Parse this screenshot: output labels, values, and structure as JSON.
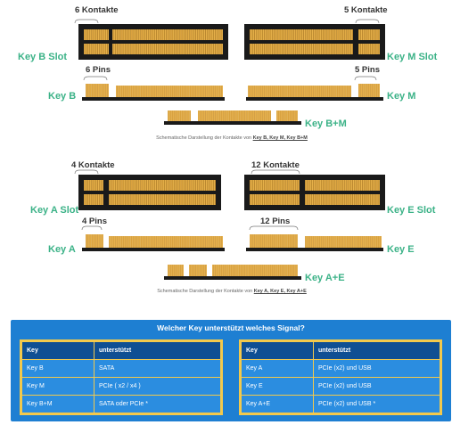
{
  "top": {
    "keyB": {
      "count": "6 Kontakte",
      "slot_label": "Key B Slot",
      "pins": "6 Pins",
      "key_label": "Key B"
    },
    "keyM": {
      "count": "5 Kontakte",
      "slot_label": "Key M Slot",
      "pins": "5 Pins",
      "key_label": "Key M"
    },
    "combo_label": "Key B+M",
    "caption_pre": "Schematische Darstellung der Kontakte von ",
    "caption_keys": "Key B, Key M, Key B+M"
  },
  "bottom": {
    "keyA": {
      "count": "4 Kontakte",
      "slot_label": "Key A Slot",
      "pins": "4 Pins",
      "key_label": "Key A"
    },
    "keyE": {
      "count": "12 Kontakte",
      "slot_label": "Key E Slot",
      "pins": "12 Pins",
      "key_label": "Key E"
    },
    "combo_label": "Key A+E",
    "caption_pre": "Schematische Darstellung der Kontakte von ",
    "caption_keys": "Key A, Key E, Key A+E"
  },
  "table": {
    "title": "Welcher Key unterstützt welches Signal?",
    "headers": [
      "Key",
      "unterstützt"
    ],
    "left_rows": [
      [
        "Key B",
        "SATA"
      ],
      [
        "Key M",
        "PCIe ( x2 / x4 )"
      ],
      [
        "Key B+M",
        "SATA oder PCIe *"
      ]
    ],
    "right_rows": [
      [
        "Key A",
        "PCIe (x2) und USB"
      ],
      [
        "Key E",
        "PCIe (x2) und USB"
      ],
      [
        "Key A+E",
        "PCIe (x2) und USB *"
      ]
    ]
  },
  "colors": {
    "accent_green": "#3bb287",
    "pin_gold": "#e6b04a",
    "slot_black": "#1a1a1a",
    "table_blue": "#1e7fd2",
    "table_frame": "#f2c94c"
  }
}
